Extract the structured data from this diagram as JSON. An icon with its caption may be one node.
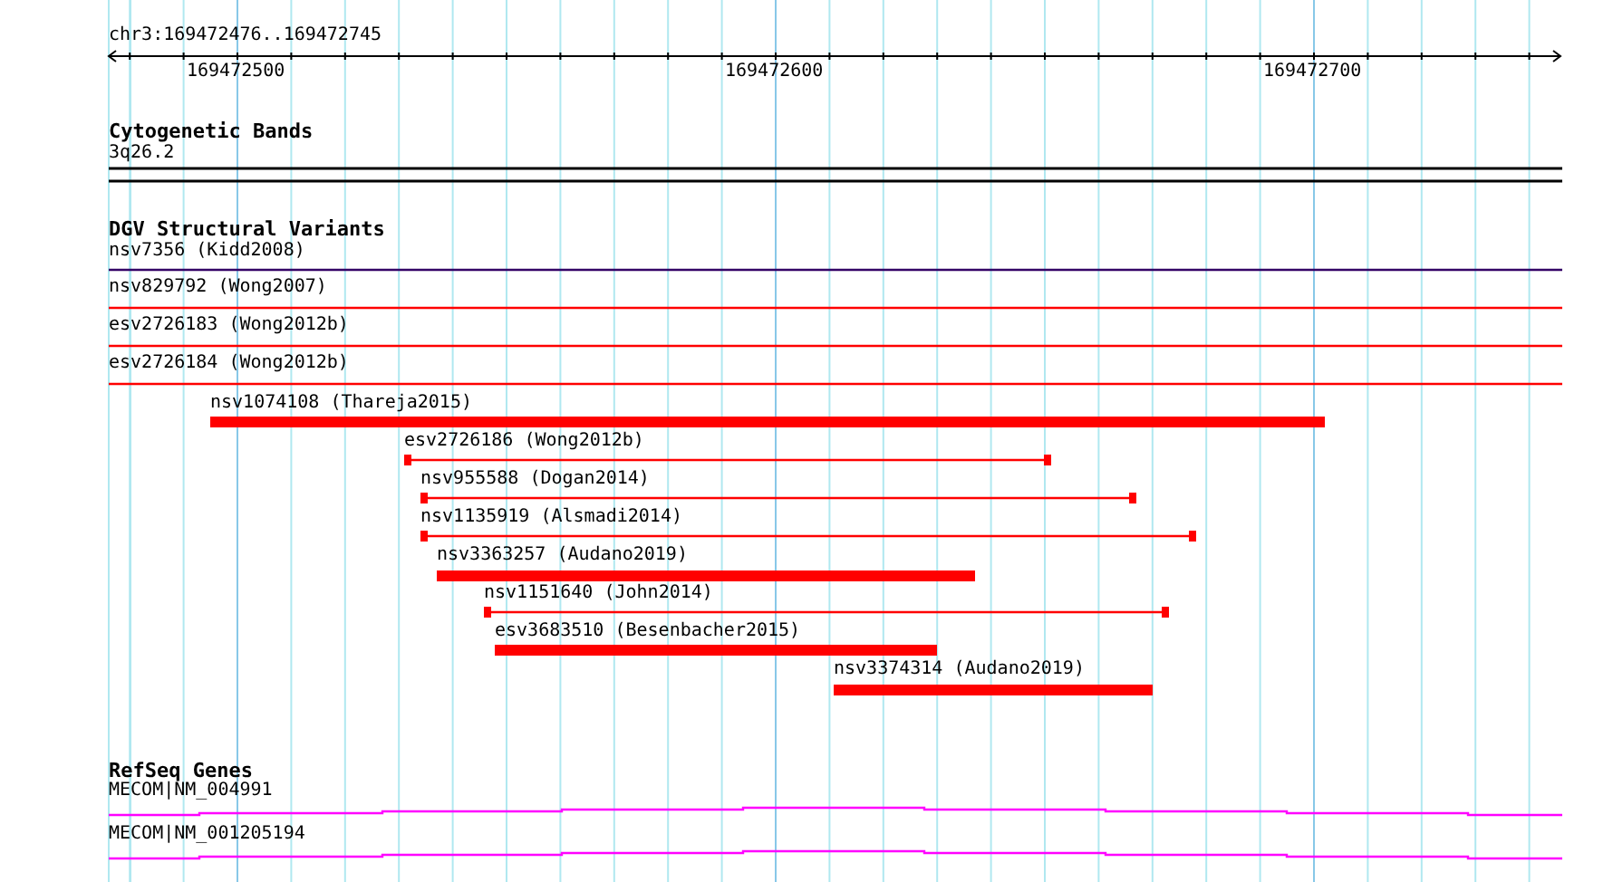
{
  "diagram": {
    "nodes": [
      {
        "text": [
          "3q26.2"
        ]
      },
      {
        "text": [
          "nsv7356 (Kidd2008)"
        ]
      },
      {
        "text": [
          "nsv829792 (Wong2007)"
        ]
      },
      {
        "text": [
          "esv2726183 (Wong2012b)"
        ]
      },
      {
        "text": [
          "esv2726184 (Wong2012b)"
        ]
      },
      {
        "text": [
          "nsv1074108 (Thareja2015)"
        ]
      },
      {
        "text": [
          "esv2726186 (Wong2012b)"
        ]
      },
      {
        "text": [
          "nsv955588 (Dogan2014)"
        ]
      },
      {
        "text": [
          "nsv1135919 (Alsmadi2014)"
        ]
      },
      {
        "text": [
          "nsv3363257 (Audano2019)"
        ]
      },
      {
        "text": [
          "nsv1151640 (John2014)"
        ]
      },
      {
        "text": [
          "esv3683510 (Besenbacher2015)"
        ]
      },
      {
        "text": [
          "nsv3374314 (Audano2019)"
        ]
      },
      {
        "text": [
          "MECOM|NM_004991"
        ]
      },
      {
        "text": [
          "MECOM|NM_001205194"
        ]
      }
    ],
    "edges": [],
    "labels": [
      "chr3:169472476..169472745",
      "169472500",
      "169472600",
      "169472700",
      "Cytogenetic Bands",
      "DGV Structural Variants",
      "RefSeq Genes"
    ]
  }
}
